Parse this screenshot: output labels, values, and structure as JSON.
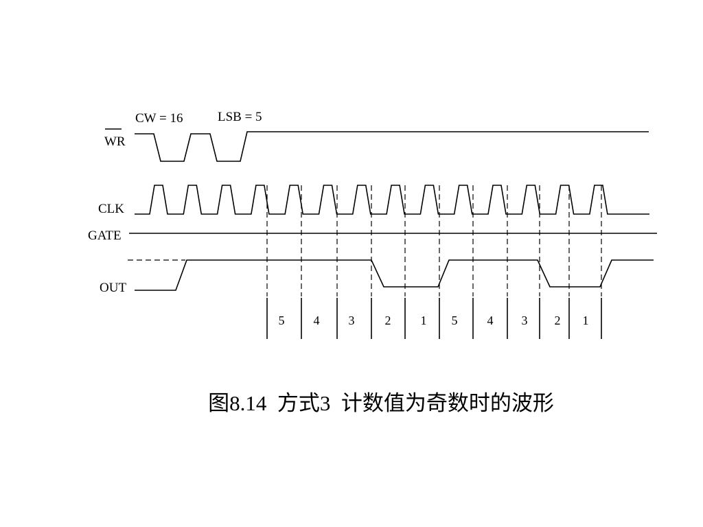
{
  "signals": {
    "wr": "WR",
    "clk": "CLK",
    "gate": "GATE",
    "out": "OUT"
  },
  "annotations": {
    "cw": "CW = 16",
    "lsb": "LSB = 5"
  },
  "counts": [
    "5",
    "4",
    "3",
    "2",
    "1",
    "5",
    "4",
    "3",
    "2",
    "1"
  ],
  "caption": "图8.14  方式3  计数值为奇数时的波形"
}
